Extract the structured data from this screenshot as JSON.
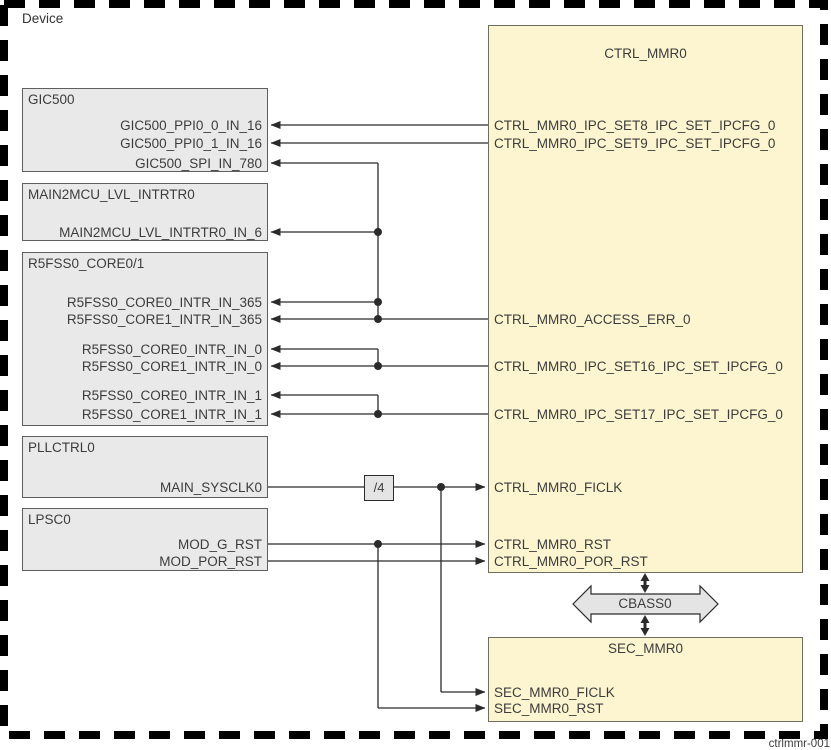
{
  "device_label": "Device",
  "figure_id": "ctrlmmr-001",
  "colors": {
    "mmr_block_fill": "#FCF5D0",
    "module_fill": "#E9E9E9",
    "line": "#2b2b2b",
    "bus_fill": "#E4E4E4"
  },
  "blocks": {
    "gic500": {
      "title": "GIC500",
      "signals": [
        "GIC500_PPI0_0_IN_16",
        "GIC500_PPI0_1_IN_16",
        "GIC500_SPI_IN_780"
      ]
    },
    "main2mcu_lvl_intrtr0": {
      "title": "MAIN2MCU_LVL_INTRTR0",
      "signals": [
        "MAIN2MCU_LVL_INTRTR0_IN_6"
      ]
    },
    "r5fss0_core01": {
      "title": "R5FSS0_CORE0/1",
      "signals": [
        "R5FSS0_CORE0_INTR_IN_365",
        "R5FSS0_CORE1_INTR_IN_365",
        "R5FSS0_CORE0_INTR_IN_0",
        "R5FSS0_CORE1_INTR_IN_0",
        "R5FSS0_CORE0_INTR_IN_1",
        "R5FSS0_CORE1_INTR_IN_1"
      ]
    },
    "pllctrl0": {
      "title": "PLLCTRL0",
      "signals": [
        "MAIN_SYSCLK0"
      ]
    },
    "lpsc0": {
      "title": "LPSC0",
      "signals": [
        "MOD_G_RST",
        "MOD_POR_RST"
      ]
    },
    "ctrl_mmr0": {
      "title": "CTRL_MMR0",
      "signals": [
        "CTRL_MMR0_IPC_SET8_IPC_SET_IPCFG_0",
        "CTRL_MMR0_IPC_SET9_IPC_SET_IPCFG_0",
        "CTRL_MMR0_ACCESS_ERR_0",
        "CTRL_MMR0_IPC_SET16_IPC_SET_IPCFG_0",
        "CTRL_MMR0_IPC_SET17_IPC_SET_IPCFG_0",
        "CTRL_MMR0_FICLK",
        "CTRL_MMR0_RST",
        "CTRL_MMR0_POR_RST"
      ]
    },
    "sec_mmr0": {
      "title": "SEC_MMR0",
      "signals": [
        "SEC_MMR0_FICLK",
        "SEC_MMR0_RST"
      ]
    },
    "clock_divider": {
      "label": "/4"
    },
    "cbass0": {
      "label": "CBASS0"
    }
  }
}
